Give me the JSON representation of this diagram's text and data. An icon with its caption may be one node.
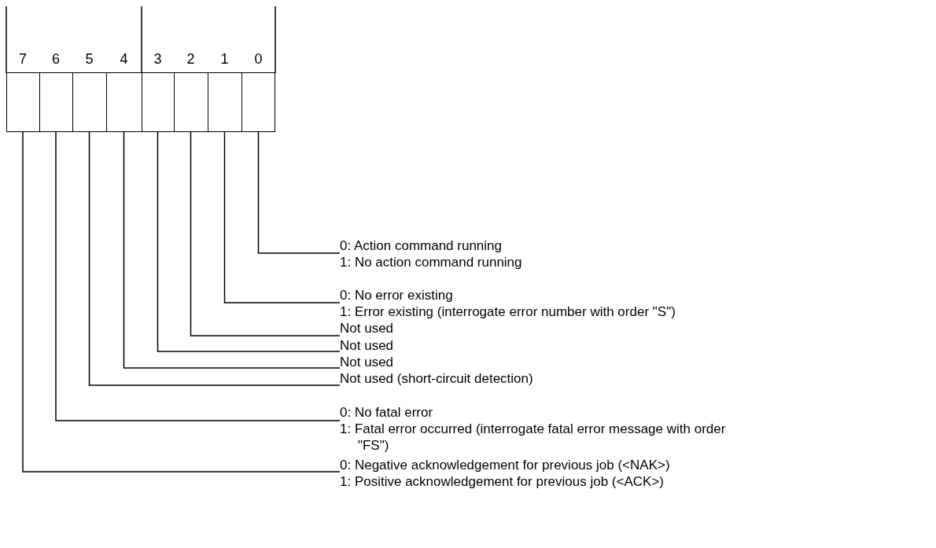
{
  "diagram": {
    "nodes": [
      {
        "text": [
          "7"
        ]
      },
      {
        "text": [
          "6"
        ]
      },
      {
        "text": [
          "5"
        ]
      },
      {
        "text": [
          "4"
        ]
      },
      {
        "text": [
          "3"
        ]
      },
      {
        "text": [
          "2"
        ]
      },
      {
        "text": [
          "1"
        ]
      },
      {
        "text": [
          "0"
        ]
      },
      {
        "text": [
          "0: Action command running",
          "1: No action command running"
        ]
      },
      {
        "text": [
          "0: No error existing",
          "1: Error existing (interrogate error number with order \"S\")"
        ]
      },
      {
        "text": [
          "Not used"
        ]
      },
      {
        "text": [
          "Not used"
        ]
      },
      {
        "text": [
          "Not used"
        ]
      },
      {
        "text": [
          "Not used (short-circuit detection)"
        ]
      },
      {
        "text": [
          "0: No fatal error",
          "1: Fatal error occurred (interrogate fatal error message with order \"FS\")"
        ]
      },
      {
        "text": [
          "0: Negative acknowledgement for previous job (<NAK>)",
          "1: Positive acknowledgement for previous job (<ACK>)"
        ]
      }
    ],
    "edges": [
      {
        "from": 7,
        "to": 8,
        "arrow": "none"
      },
      {
        "from": 6,
        "to": 9,
        "arrow": "none"
      },
      {
        "from": 5,
        "to": 10,
        "arrow": "none"
      },
      {
        "from": 4,
        "to": 11,
        "arrow": "none"
      },
      {
        "from": 3,
        "to": 12,
        "arrow": "none"
      },
      {
        "from": 2,
        "to": 13,
        "arrow": "none"
      },
      {
        "from": 1,
        "to": 14,
        "arrow": "none"
      },
      {
        "from": 0,
        "to": 15,
        "arrow": "none"
      }
    ]
  }
}
